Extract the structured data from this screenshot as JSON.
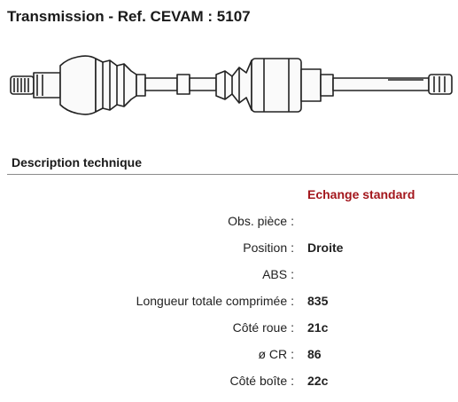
{
  "page": {
    "title": "Transmission - Ref. CEVAM : 5107",
    "section_title": "Description technique"
  },
  "colors": {
    "accent": "#a3161c",
    "text": "#1a1a1a",
    "divider": "#8a8a8a"
  },
  "illustration": {
    "icon": "drive-shaft-icon"
  },
  "specs": [
    {
      "label": "",
      "value": "Echange standard",
      "accent": true
    },
    {
      "label": "Obs. pièce",
      "value": ""
    },
    {
      "label": "Position",
      "value": "Droite"
    },
    {
      "label": "ABS",
      "value": ""
    },
    {
      "label": "Longueur totale comprimée",
      "value": "835"
    },
    {
      "label": "Côté roue",
      "value": "21c"
    },
    {
      "label": "ø CR",
      "value": "86"
    },
    {
      "label": "Côté boîte",
      "value": "22c"
    }
  ]
}
